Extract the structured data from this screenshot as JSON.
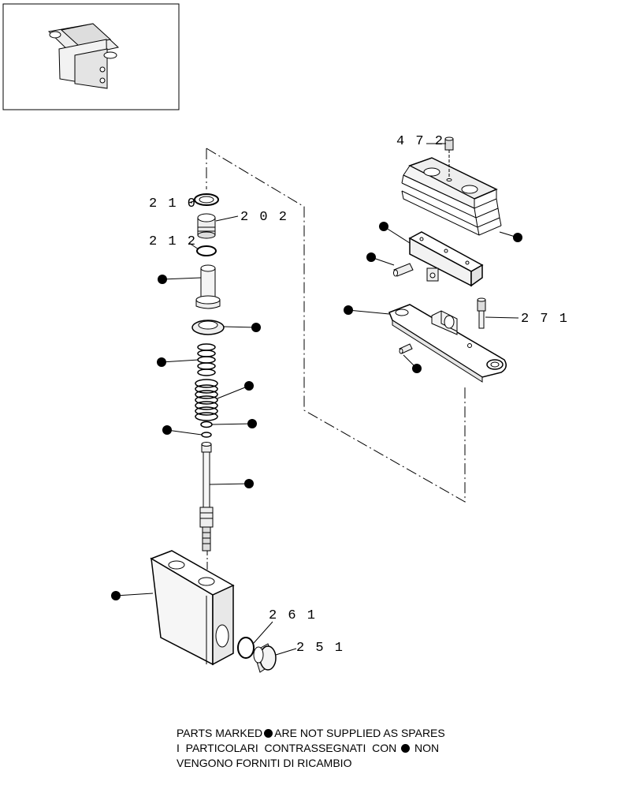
{
  "labels": {
    "p472": "4 7 2",
    "p210": "2 1 0",
    "p202": "2 0 2",
    "p212": "2 1 2",
    "p271": "2 7 1",
    "p261": "2 6 1",
    "p251": "2 5 1"
  },
  "notes": {
    "line1_a": "PARTS MARKED",
    "line1_b": "ARE NOT SUPPLIED AS SPARES",
    "line2_a": "I  PARTICOLARI  CONTRASSEGNATI  CON",
    "line2_b": "NON",
    "line3": "VENGONO FORNITI DI RICAMBIO"
  },
  "colors": {
    "ink": "#000000",
    "paper": "#ffffff",
    "shade": "#e8e8e8"
  }
}
